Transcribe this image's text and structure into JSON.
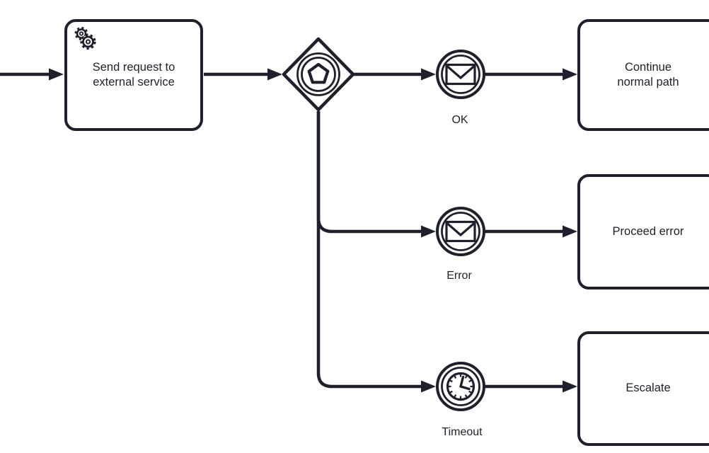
{
  "meta": {
    "diagram_kind": "BPMN process diagram",
    "colors": {
      "stroke": "#1e212b",
      "canvas": "#ffffff"
    }
  },
  "process": {
    "task": {
      "label": "Send request to external service",
      "type": "service-task"
    },
    "gateway": {
      "type": "event-based-gateway"
    },
    "branches": [
      {
        "event": "OK",
        "event_type": "message",
        "target": "Continue normal path"
      },
      {
        "event": "Error",
        "event_type": "message",
        "target": "Proceed error"
      },
      {
        "event": "Timeout",
        "event_type": "timer",
        "target": "Escalate"
      }
    ]
  }
}
